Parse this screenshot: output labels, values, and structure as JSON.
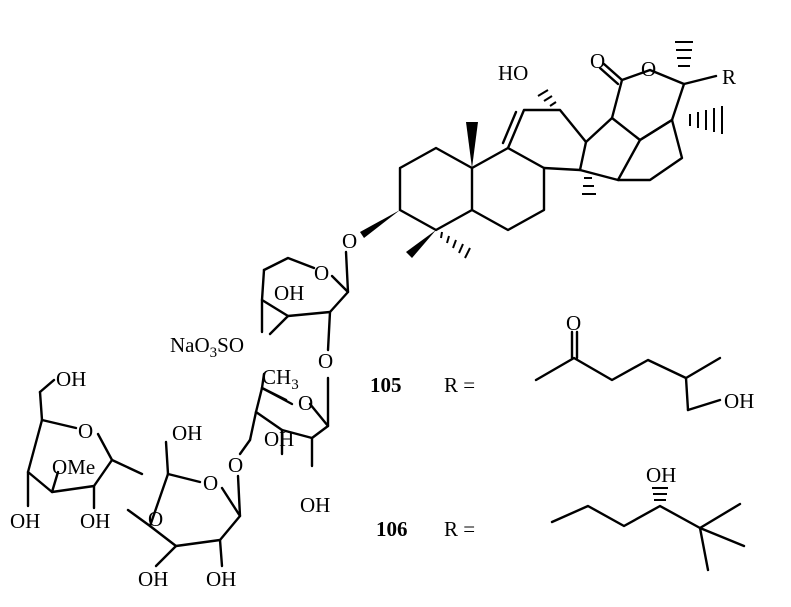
{
  "labels": {
    "ho_top": "HO",
    "o_carbonyl_top": "O",
    "o_lactone": "O",
    "r_group": "R",
    "o_glycoside": "O",
    "o_xyl_ring": "O",
    "oh_xyl": "OH",
    "naso3_na": "NaO",
    "naso3_sub3": "3",
    "naso3_so": "SO",
    "o_xyl_link": "O",
    "ch3_c": "CH",
    "ch3_sub": "3",
    "o_quin_ring": "O",
    "oh_quin_1": "OH",
    "oh_quin_2": "OH",
    "o_quin_link": "O",
    "oh_glc_ch2": "OH",
    "o_glc_ring": "O",
    "o_glc_link": "O",
    "oh_glc_1": "OH",
    "oh_glc_2": "OH",
    "oh_mglc_ch2": "OH",
    "o_mglc_ring": "O",
    "ome": "OMe",
    "oh_mglc_1": "OH",
    "oh_mglc_2": "OH",
    "compound_105": "105",
    "r_eq_105": "R =",
    "o_105": "O",
    "oh_105": "OH",
    "compound_106": "106",
    "r_eq_106": "R =",
    "oh_106": "OH"
  }
}
